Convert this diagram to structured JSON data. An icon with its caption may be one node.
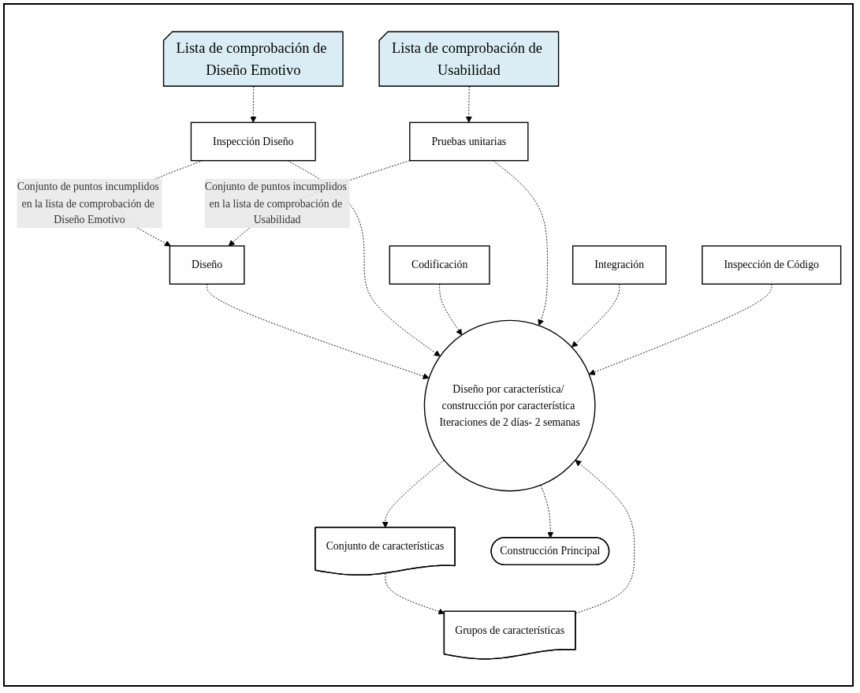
{
  "diagram": {
    "nodes": [
      {
        "text": [
          "Lista de comprobación de Diseño Emotivo"
        ]
      },
      {
        "text": [
          "Lista de comprobación de Usabilidad"
        ]
      },
      {
        "text": [
          "Inspección Diseño"
        ]
      },
      {
        "text": [
          "Diseño"
        ]
      },
      {
        "text": [
          "Codificación"
        ]
      },
      {
        "text": [
          "Pruebas unitarias"
        ]
      },
      {
        "text": [
          "Grupos de características"
        ]
      },
      {
        "text": [
          "Diseño por característica/ construcción por característica Iteraciones de 2 días- 2 semanas"
        ]
      },
      {
        "text": [
          "Integración"
        ]
      },
      {
        "text": [
          "Conjunto de características"
        ]
      },
      {
        "text": [
          "Construcción Principal"
        ]
      },
      {
        "text": [
          "Inspección de Código"
        ]
      }
    ],
    "edges": [
      {
        "from": 0,
        "to": 2,
        "arrow": "to",
        "style": "dashed"
      },
      {
        "from": 2,
        "to": 3,
        "arrow": "to",
        "style": "dashed",
        "label": "Conjunto de puntos incumplidos en la lista de comprobación de Diseño Emotivo"
      },
      {
        "from": 5,
        "to": 3,
        "arrow": "to",
        "style": "dashed",
        "label": "Conjunto de puntos incumplidos en la lista de comprobación de Usabilidad"
      },
      {
        "from": 1,
        "to": 5,
        "arrow": "to",
        "style": "dashed"
      },
      {
        "from": 3,
        "to": 7,
        "arrow": "to",
        "style": "dashed"
      },
      {
        "from": 2,
        "to": 7,
        "arrow": "to",
        "style": "dashed"
      },
      {
        "from": 4,
        "to": 7,
        "arrow": "to",
        "style": "dashed"
      },
      {
        "from": 5,
        "to": 7,
        "arrow": "to",
        "style": "dashed"
      },
      {
        "from": 6,
        "to": 7,
        "arrow": "to",
        "style": "dashed"
      },
      {
        "from": 8,
        "to": 7,
        "arrow": "to",
        "style": "dashed"
      },
      {
        "from": 11,
        "to": 7,
        "arrow": "to",
        "style": "dashed"
      },
      {
        "from": 7,
        "to": 9,
        "arrow": "to",
        "style": "dashed"
      },
      {
        "from": 9,
        "to": 6,
        "arrow": "to",
        "style": "dashed"
      },
      {
        "from": 7,
        "to": 10,
        "arrow": "to",
        "style": "dashed"
      }
    ]
  }
}
